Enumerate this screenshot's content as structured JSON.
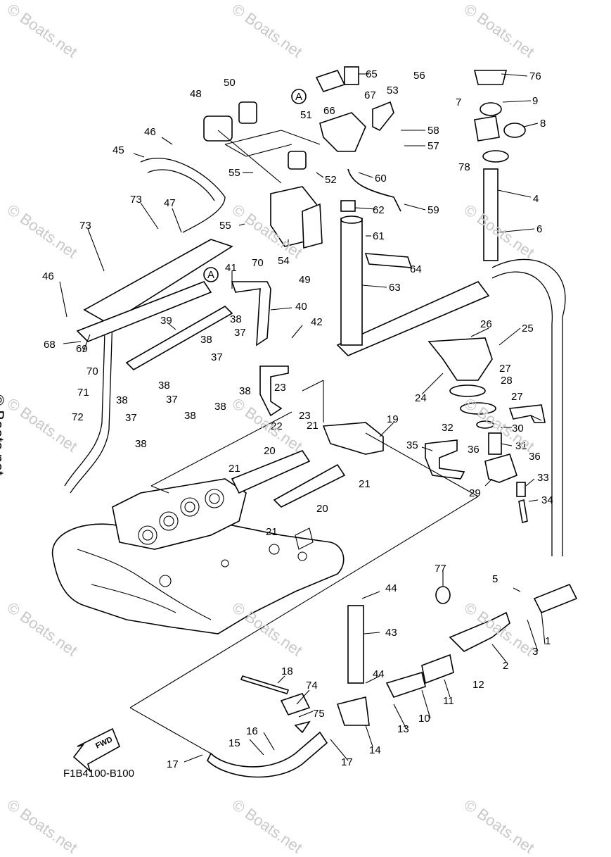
{
  "watermark": "© Boats.net",
  "side_watermark": "© Boats.net",
  "diagram_code": "F1B4100-B100",
  "fwd_label": "FWD",
  "ref_letter": "A",
  "callouts": [
    "1",
    "2",
    "3",
    "4",
    "5",
    "6",
    "7",
    "8",
    "9",
    "10",
    "11",
    "12",
    "13",
    "14",
    "15",
    "16",
    "17",
    "18",
    "19",
    "20",
    "21",
    "22",
    "23",
    "24",
    "25",
    "26",
    "27",
    "28",
    "29",
    "30",
    "31",
    "32",
    "33",
    "34",
    "35",
    "36",
    "37",
    "38",
    "39",
    "40",
    "41",
    "42",
    "43",
    "44",
    "45",
    "46",
    "47",
    "48",
    "49",
    "50",
    "51",
    "52",
    "53",
    "54",
    "55",
    "56",
    "57",
    "58",
    "59",
    "60",
    "61",
    "62",
    "63",
    "64",
    "65",
    "66",
    "67",
    "68",
    "69",
    "70",
    "71",
    "72",
    "73",
    "74",
    "75",
    "76",
    "77",
    "78"
  ]
}
